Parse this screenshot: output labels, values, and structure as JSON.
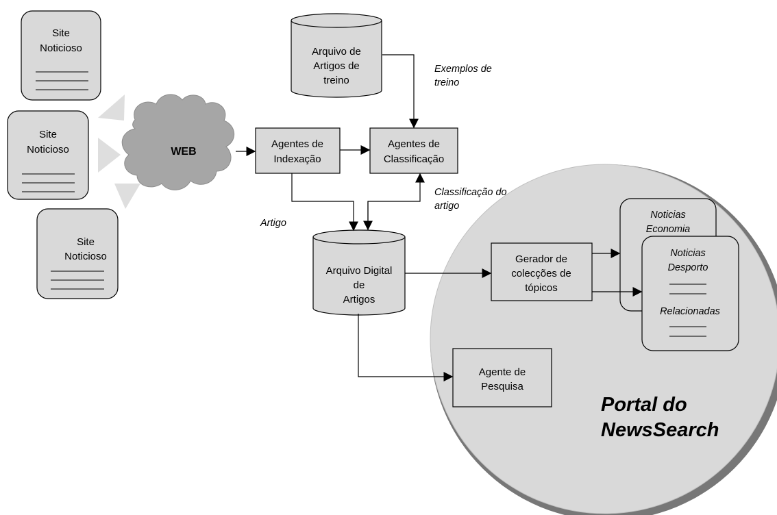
{
  "sites": [
    {
      "line1": "Site",
      "line2": "Noticioso"
    },
    {
      "line1": "Site",
      "line2": "Noticioso"
    },
    {
      "line1": "Site",
      "line2": "Noticioso"
    }
  ],
  "web_label": "WEB",
  "archive_training": {
    "line1": "Arquivo de",
    "line2": "Artigos de",
    "line3": "treino"
  },
  "training_examples": {
    "line1": "Exemplos de",
    "line2": "treino"
  },
  "indexing_agents": {
    "line1": "Agentes de",
    "line2": "Indexação"
  },
  "classification_agents": {
    "line1": "Agentes de",
    "line2": "Classificação"
  },
  "article_classification": {
    "line1": "Classificação do",
    "line2": "artigo"
  },
  "article_label": "Artigo",
  "digital_archive": {
    "line1": "Arquivo Digital",
    "line2": "de",
    "line3": "Artigos"
  },
  "topic_generator": {
    "line1": "Gerador de",
    "line2": "colecções de",
    "line3": "tópicos"
  },
  "search_agent": {
    "line1": "Agente de",
    "line2": "Pesquisa"
  },
  "news_economy": {
    "line1": "Noticias",
    "line2": "Economia"
  },
  "news_sport": {
    "line1": "Noticias",
    "line2": "Desporto",
    "related": "Relacionadas"
  },
  "portal": {
    "line1": "Portal do",
    "line2": "NewsSearch"
  }
}
